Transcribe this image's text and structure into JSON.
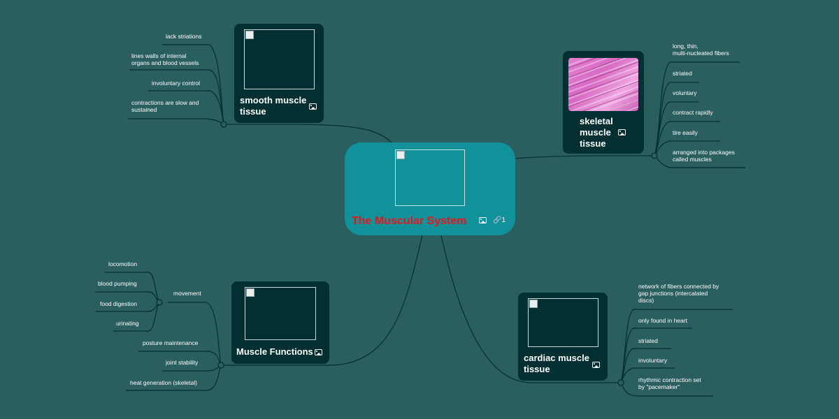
{
  "central": {
    "title": "The Muscular System",
    "link_count": "1",
    "icons": [
      "image-icon",
      "link-icon"
    ]
  },
  "topics": {
    "smooth": {
      "title_line1": "smooth muscle",
      "title_line2": "tissue",
      "leaves": [
        [
          "lack striations"
        ],
        [
          "lines walls of internal",
          "organs and blood vessels"
        ],
        [
          "involuntary control"
        ],
        [
          "contractions are slow and",
          "sustained"
        ]
      ]
    },
    "skeletal": {
      "title_line1": "skeletal",
      "title_line2": "muscle",
      "title_line3": "tissue",
      "image_desc_colors": [
        "#e27fd0",
        "#c95fb8"
      ],
      "leaves": [
        [
          "long, thin,",
          "multi-nucleated fibers"
        ],
        [
          "striated"
        ],
        [
          "voluntary"
        ],
        [
          "contract rapidly"
        ],
        [
          "tire easily"
        ],
        [
          "arranged into packages",
          "called muscles"
        ]
      ]
    },
    "functions": {
      "title": "Muscle Functions",
      "movement": {
        "label": "movement",
        "children": [
          "locomotion",
          "blood pumping",
          "food digestion",
          "urinating"
        ]
      },
      "leaves": [
        "posture maintenance",
        "joint stability",
        "heat generation (skeletal)"
      ]
    },
    "cardiac": {
      "title_line1": "cardiac muscle",
      "title_line2": "tissue",
      "leaves": [
        [
          "network of fibers connected by",
          "gap junctions (intercalated",
          "discs)"
        ],
        [
          "only found in heart"
        ],
        [
          "striated"
        ],
        [
          "involuntary"
        ],
        [
          "rhythmic contraction set",
          "by \"pacemaker\""
        ]
      ]
    }
  },
  "colors": {
    "background": "#2a5e5f",
    "central_fill": "#11919a",
    "central_title": "#e8161b",
    "topic_fill": "#012f32",
    "connector": "#012f32"
  }
}
